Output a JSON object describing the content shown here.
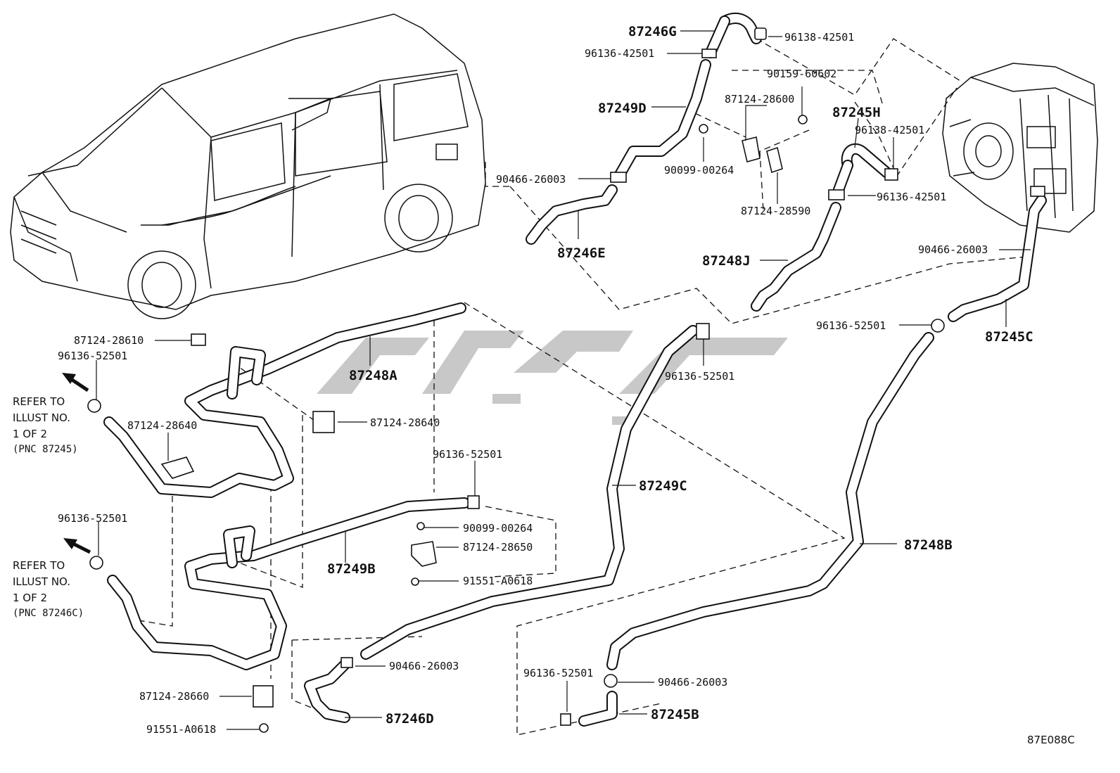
{
  "figure_code": "87E088C",
  "watermark": "",
  "big_labels": {
    "l87246G": "87246G",
    "l87249D": "87249D",
    "l87246E": "87246E",
    "l87245H": "87245H",
    "l87248J": "87248J",
    "l87245C": "87245C",
    "l87248A": "87248A",
    "l87249B": "87249B",
    "l87249C": "87249C",
    "l87248B": "87248B",
    "l87246D": "87246D",
    "l87245B": "87245B"
  },
  "part_labels": {
    "p1": "96138-42501",
    "p2": "96136-42501",
    "p3": "90159-60602",
    "p4": "87124-28600",
    "p5": "96138-42501",
    "p6": "90466-26003",
    "p7": "90099-00264",
    "p8": "96136-42501",
    "p9": "87124-28590",
    "p10": "90466-26003",
    "p11": "96136-52501",
    "p12": "87124-28610",
    "p13": "96136-52501",
    "p14": "87124-28640",
    "p15": "87124-28640",
    "p16": "96136-52501",
    "p17": "96136-52501",
    "p18": "90099-00264",
    "p19": "87124-28650",
    "p20": "91551-A0618",
    "p21": "96136-52501",
    "p22": "87124-28660",
    "p23": "91551-A0618",
    "p24": "90466-26003",
    "p25": "96136-52501",
    "p26": "90466-26003"
  },
  "notes": {
    "n1": {
      "line1": "REFER TO",
      "line2": "ILLUST NO.",
      "line3": "1 OF 2",
      "line4": "(PNC 87245)"
    },
    "n2": {
      "line1": "REFER TO",
      "line2": "ILLUST NO.",
      "line3": "1 OF 2",
      "line4": "(PNC 87246C)"
    }
  }
}
